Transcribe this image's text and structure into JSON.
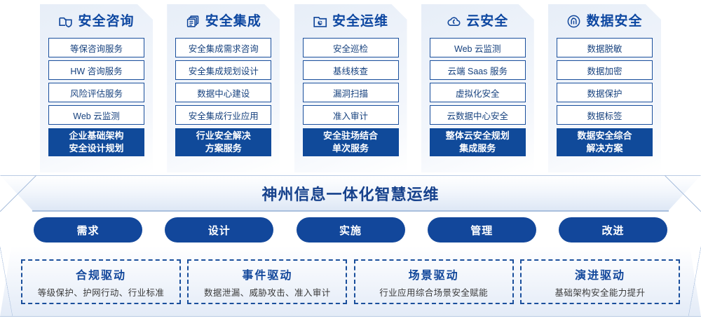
{
  "columns": [
    {
      "icon": "folder-shield-icon",
      "title": "安全咨询",
      "items": [
        "等保咨询服务",
        "HW 咨询服务",
        "风险评估服务",
        "Web 云监测"
      ],
      "highlight": [
        "企业基础架构",
        "安全设计规划"
      ]
    },
    {
      "icon": "stacked-documents-icon",
      "title": "安全集成",
      "items": [
        "安全集成需求咨询",
        "安全集成规划设计",
        "数据中心建设",
        "安全集成行业应用"
      ],
      "highlight": [
        "行业安全解决",
        "方案服务"
      ]
    },
    {
      "icon": "monitor-chart-icon",
      "title": "安全运维",
      "items": [
        "安全巡检",
        "基线核查",
        "漏洞扫描",
        "准入审计"
      ],
      "highlight": [
        "安全驻场结合",
        "单次服务"
      ]
    },
    {
      "icon": "cloud-icon",
      "title": "云安全",
      "items": [
        "Web 云监测",
        "云端 Saas 服务",
        "虚拟化安全",
        "云数据中心安全"
      ],
      "highlight": [
        "整体云安全规划",
        "集成服务"
      ]
    },
    {
      "icon": "fingerprint-icon",
      "title": "数据安全",
      "items": [
        "数据脱敏",
        "数据加密",
        "数据保护",
        "数据标签"
      ],
      "highlight": [
        "数据安全综合",
        "解决方案"
      ]
    }
  ],
  "banner": {
    "text": "神州信息一体化智慧运维"
  },
  "phases": [
    {
      "label": "需求"
    },
    {
      "label": "设计"
    },
    {
      "label": "实施"
    },
    {
      "label": "管理"
    },
    {
      "label": "改进"
    }
  ],
  "drivers": [
    {
      "title": "合规驱动",
      "sub": "等级保护、护网行动、行业标准"
    },
    {
      "title": "事件驱动",
      "sub": "数据泄漏、威胁攻击、准入审计"
    },
    {
      "title": "场景驱动",
      "sub": "行业应用综合场景安全赋能"
    },
    {
      "title": "演进驱动",
      "sub": "基础架构安全能力提升"
    }
  ],
  "colors": {
    "brand_blue": "#12479b",
    "deep_blue": "#104a9a",
    "title_blue": "#0d47a1",
    "panel_bg": "#eef3fa",
    "border_blue": "#1a4f9c"
  }
}
